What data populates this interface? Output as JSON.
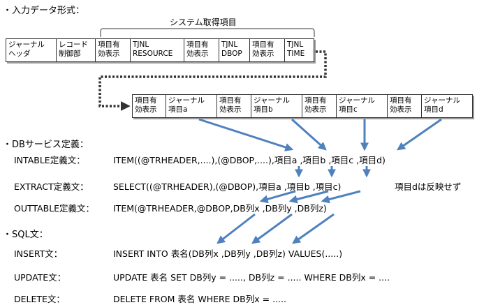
{
  "sections": {
    "input_format": "・入力データ形式：",
    "db_service": "・DBサービス定義：",
    "sql": "・SQL文："
  },
  "system_brace_label": "システム取得項目",
  "record1": [
    "ジャーナル\nヘッダ",
    "レコード\n制御部",
    "項目有\n効表示",
    "TJNL\nRESOURCE",
    "項目有\n効表示",
    "TJNL\nDBOP",
    "項目有\n効表示",
    "TJNL\nTIME"
  ],
  "record2": [
    "項目有\n効表示",
    "ジャーナル\n項目a",
    "項目有\n効表示",
    "ジャーナル\n項目b",
    "項目有\n効表示",
    "ジャーナル\n項目c",
    "項目有\n効表示",
    "ジャーナル\n項目d"
  ],
  "db_definitions": {
    "intable_label": "INTABLE定義文：",
    "intable_stmt": "ITEM((@TRHEADER,....),(@DBOP,....),項目a ,項目b ,項目c ,項目d)",
    "extract_label": "EXTRACT定義文：",
    "extract_stmt": "SELECT((@TRHEADER),(@DBOP),項目a ,項目b ,項目c)",
    "extract_note": "項目dは反映せず",
    "outtable_label": "OUTTABLE定義文：",
    "outtable_stmt": "ITEM(@TRHEADER,@DBOP,DB列x ,DB列y ,DB列z)"
  },
  "sql_statements": {
    "insert_label": "INSERT文：",
    "insert_stmt": "INSERT INTO 表名(DB列x ,DB列y ,DB列z) VALUES(.....)",
    "update_label": "UPDATE文：",
    "update_stmt": "UPDATE 表名 SET DB列y = ....., DB列z = ..... WHERE DB列x = ....",
    "delete_label": "DELETE文：",
    "delete_stmt": "DELETE FROM 表名 WHERE DB列x = ....."
  },
  "colors": {
    "arrow": "#4f81bd",
    "dotted_connector": "#333333",
    "cell_border": "#333333",
    "shadow": "#9a9a9a"
  }
}
